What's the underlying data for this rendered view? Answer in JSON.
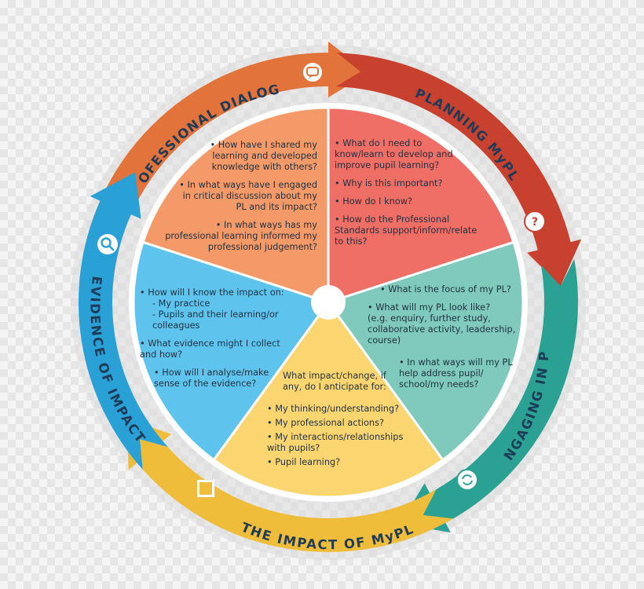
{
  "colors": {
    "dialogue_band": "#e2733a",
    "planning_band": "#c8402e",
    "engaging_band": "#2aa192",
    "impact_band": "#efbd3a",
    "evidence_band": "#2aa1d6",
    "dialogue_fill": "#f49a68",
    "planning_fill": "#ef6f66",
    "engaging_fill": "#7fcabc",
    "impact_fill": "#fbd670",
    "evidence_fill": "#5ec4ee",
    "label_text": "#1f3b57"
  },
  "bands": {
    "dialogue": "PROFESSIONAL DIALOGUE",
    "planning": "PLANNING MyPL",
    "engaging": "ENGAGING IN PL",
    "impact": "THE IMPACT OF MyPL",
    "evidence": "EVIDENCE OF IMPACT"
  },
  "icons": {
    "dialogue": "speech-bubble-icon",
    "planning": "question-bubble-icon",
    "engaging": "refresh-icon",
    "impact": "square-stack-icon",
    "evidence": "magnifier-icon"
  },
  "sectors": {
    "dialogue": {
      "q1": "• How have I shared my learning and developed knowledge with others?",
      "q2": "• In what ways have I engaged in critical discussion about my PL and its impact?",
      "q3": "• In what ways has my professional learning informed my professional judgement?"
    },
    "planning": {
      "q1": "• What do I need to know/learn to develop and improve pupil learning?",
      "q2": "• Why is this important?",
      "q3": "• How do I know?",
      "q4": "• How do the Professional Standards support/inform/relate to this?"
    },
    "engaging": {
      "q1": "• What is the focus of my PL?",
      "q2": "• What will my PL look like?",
      "q2_detail": "(e.g. enquiry, further study, collaborative activity, leadership, course)",
      "q3": "• In what ways will my PL help address pupil/ school/my needs?"
    },
    "evidence": {
      "q1": "• How will I know the impact on:",
      "q1_a": "- My practice",
      "q1_b": "- Pupils and their learning/or colleagues",
      "q2": "• What evidence might I collect and how?",
      "q3": "• How will I analyse/make sense of the evidence?"
    },
    "impact": {
      "lead": "What impact/change, if any, do I anticipate for:",
      "q1": "• My thinking/understanding?",
      "q2": "• My professional actions?",
      "q3": "• My interactions/relationships with pupils?",
      "q4": "• Pupil learning?"
    }
  }
}
